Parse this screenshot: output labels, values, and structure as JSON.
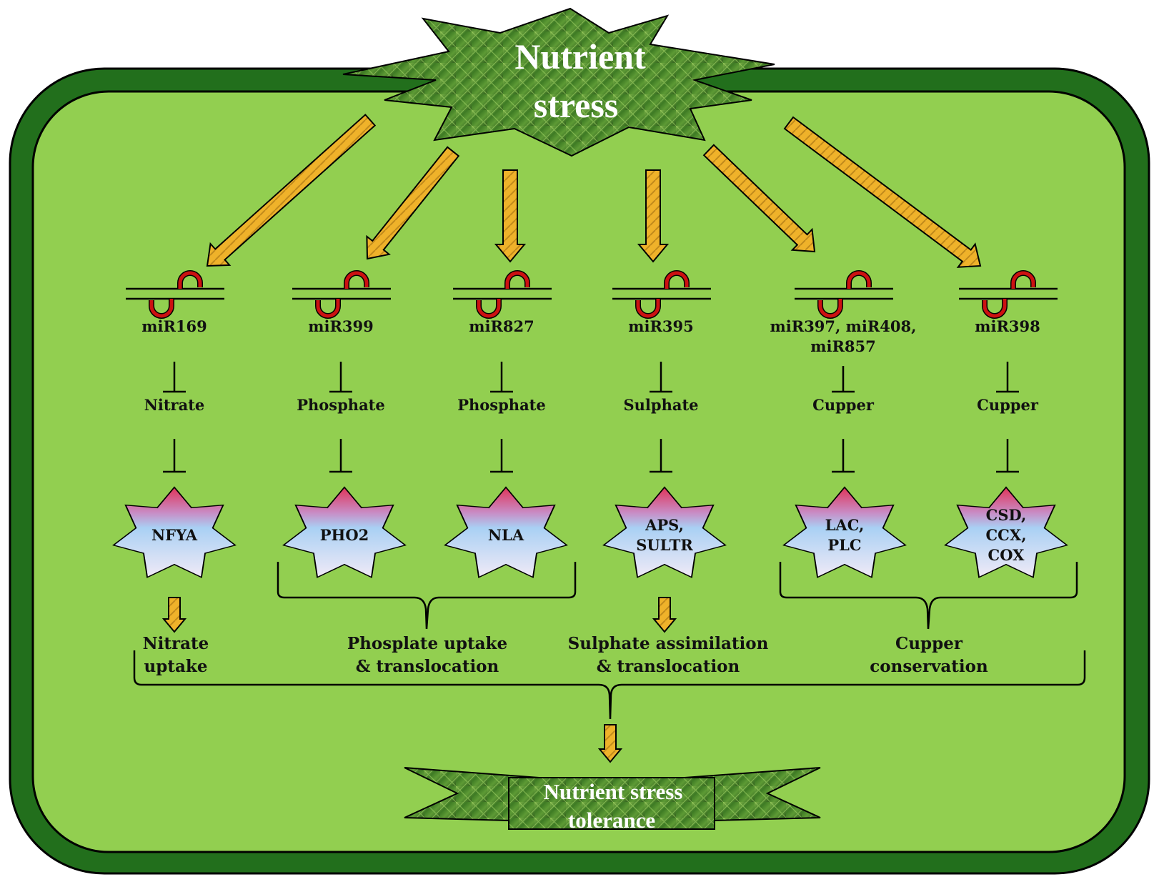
{
  "title": {
    "line1": "Nutrient",
    "line2": "stress"
  },
  "outcome": {
    "line1": "Nutrient  stress",
    "line2": "tolerance"
  },
  "colors": {
    "cell_outer": "#1f6b1a",
    "cell_inner": "#92cf50",
    "arrow_fill": "#e6a21a",
    "mirna_loop": "#cc1111",
    "star_top": "#e8506a",
    "star_bottom": "#e8eefb",
    "leaf": "#4f8a2a"
  },
  "pathways": [
    {
      "mirna": [
        "miR169"
      ],
      "nutrient": "Nitrate",
      "targets": [
        [
          "NFYA"
        ]
      ]
    },
    {
      "mirna": [
        "miR399"
      ],
      "nutrient": "Phosphate",
      "targets": [
        [
          "PHO2"
        ]
      ]
    },
    {
      "mirna": [
        "miR827"
      ],
      "nutrient": "Phosphate",
      "targets": [
        [
          "NLA"
        ]
      ]
    },
    {
      "mirna": [
        "miR395"
      ],
      "nutrient": "Sulphate",
      "targets": [
        [
          "APS,",
          "SULTR"
        ]
      ]
    },
    {
      "mirna": [
        "miR397, miR408,",
        "miR857"
      ],
      "nutrient": "Cupper",
      "targets": [
        [
          "LAC,",
          "PLC"
        ]
      ]
    },
    {
      "mirna": [
        "miR398"
      ],
      "nutrient": "Cupper",
      "targets": [
        [
          "CSD,",
          "CCX,",
          "COX"
        ]
      ]
    }
  ],
  "outcomes": [
    {
      "line1": "Nitrate",
      "line2": "uptake"
    },
    {
      "line1": "Phosplate uptake",
      "line2": "& translocation"
    },
    {
      "line1": "Sulphate assimilation",
      "line2": "& translocation"
    },
    {
      "line1": "Cupper",
      "line2": "conservation"
    }
  ]
}
